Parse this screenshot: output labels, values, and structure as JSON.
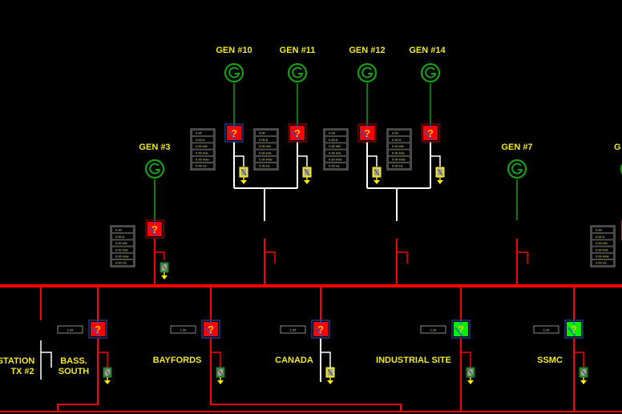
{
  "colors": {
    "background": "#000000",
    "energized": "#ff0000",
    "deenergized": "#ffffff",
    "generator": "#14a014",
    "label": "#f2ea1c",
    "breaker_unknown_red": "#ff0000",
    "breaker_unknown_green": "#00ee00",
    "breaker_frame_blue": "#1c3a8a",
    "breaker_frame_red": "#7a0000",
    "meter_border": "#8c8c8c",
    "ground_arrow": "#ffee00"
  },
  "generators": [
    {
      "id": "gen3",
      "label": "GEN #3",
      "breaker_state": "?",
      "breaker_color": "red",
      "meter": [
        "0.00",
        "0.00  A",
        "0.00  kW",
        "0.00  kVa",
        "0.00  kVar",
        "0.00  Hz"
      ]
    },
    {
      "id": "gen10",
      "label": "GEN #10",
      "breaker_state": "?",
      "breaker_color": "red",
      "meter": [
        "0.00",
        "0.00  A",
        "0.00  kW",
        "0.00  kVa",
        "0.00  kVar",
        "0.00  Hz"
      ]
    },
    {
      "id": "gen11",
      "label": "GEN #11",
      "breaker_state": "?",
      "breaker_color": "red",
      "meter": [
        "0.00",
        "0.00  A",
        "0.00  kW",
        "0.00  kVa",
        "0.00  kVar",
        "0.00  Hz"
      ]
    },
    {
      "id": "gen12",
      "label": "GEN #12",
      "breaker_state": "?",
      "breaker_color": "red",
      "meter": [
        "0.00",
        "0.00  A",
        "0.00  kW",
        "0.00  kVa",
        "0.00  kVar",
        "0.00  Hz"
      ]
    },
    {
      "id": "gen14",
      "label": "GEN #14",
      "breaker_state": "?",
      "breaker_color": "red",
      "meter": [
        "0.00",
        "0.00  A",
        "0.00  kW",
        "0.00  kVa",
        "0.00  kVar",
        "0.00  Hz"
      ]
    },
    {
      "id": "gen7",
      "label": "GEN #7"
    },
    {
      "id": "gen_partial",
      "label": "G",
      "meter": [
        "0.00",
        "0.00  A",
        "0.00  kW",
        "0.00  kVa",
        "0.00  kVar",
        "0.00  Hz"
      ]
    }
  ],
  "feeders": [
    {
      "id": "station_tx2",
      "label_line1": "STATION",
      "label_line2": "TX #2"
    },
    {
      "id": "bass_south",
      "label_line1": "BASS.",
      "label_line2": "SOUTH",
      "setpoint": "1.20",
      "breaker_state": "?",
      "breaker_color": "red"
    },
    {
      "id": "bayfords",
      "label_line1": "BAYFORDS",
      "setpoint": "1.20",
      "breaker_state": "?",
      "breaker_color": "red"
    },
    {
      "id": "canada",
      "label_line1": "CANADA",
      "setpoint": "1.20",
      "breaker_state": "?",
      "breaker_color": "red"
    },
    {
      "id": "industrial_site",
      "label_line1": "INDUSTRIAL SITE",
      "setpoint": "1.20",
      "breaker_state": "?",
      "breaker_color": "green"
    },
    {
      "id": "ssmc",
      "label_line1": "SSMC",
      "setpoint": "1.20",
      "breaker_state": "?",
      "breaker_color": "green"
    }
  ]
}
